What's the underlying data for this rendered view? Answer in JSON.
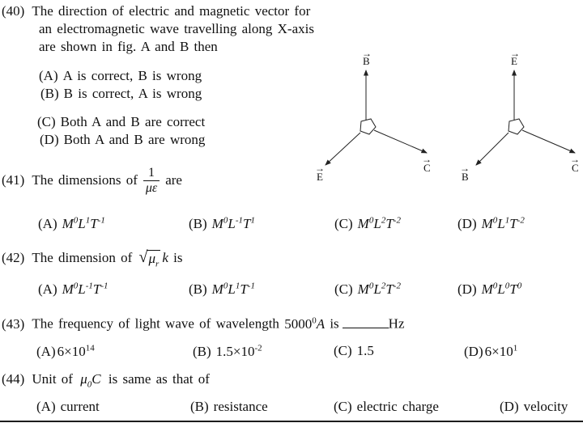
{
  "questions": {
    "q40": {
      "number": "(40)",
      "line1": "The direction of electric and magnetic vector for",
      "line2": "an electromagnetic wave travelling along X-axis",
      "line3": "are shown in fig. A and B then",
      "options": [
        {
          "label": "(A)",
          "text": "A is correct, B is wrong"
        },
        {
          "label": "(B)",
          "text": "B is correct, A is wrong"
        },
        {
          "label": "(C)",
          "text": "Both A and B are correct"
        },
        {
          "label": "(D)",
          "text": "Both A and B are wrong"
        }
      ]
    },
    "q41": {
      "number": "(41)",
      "before": "The dimensions of",
      "frac_num": "1",
      "frac_den": "με",
      "after": "are",
      "options": [
        {
          "label": "(A)",
          "math": "M^0L^1T^-1"
        },
        {
          "label": "(B)",
          "math": "M^0L^-1T^1"
        },
        {
          "label": "(C)",
          "math": "M^0L^2T^-2"
        },
        {
          "label": "(D)",
          "math": "M^0L^1T^-2"
        }
      ]
    },
    "q42": {
      "number": "(42)",
      "before": "The dimension of",
      "sqrt_radicand": "μ_r",
      "after_math": "k",
      "after": "is",
      "options": [
        {
          "label": "(A)",
          "math": "M^0L^-1T^-1"
        },
        {
          "label": "(B)",
          "math": "M^0L^1T^-1"
        },
        {
          "label": "(C)",
          "math": "M^0L^2T^-2"
        },
        {
          "label": "(D)",
          "math": "M^0L^0T^0"
        }
      ]
    },
    "q43": {
      "number": "(43)",
      "before": "The frequency of light wave of wavelength",
      "wavelength_math": "5000^0*A*",
      "mid": "is",
      "unit": "Hz",
      "options": [
        {
          "label": "(A)",
          "math": "6×10^14"
        },
        {
          "label": "(B)",
          "math": "1.5×10^-2"
        },
        {
          "label": "(C)",
          "math": "1.5"
        },
        {
          "label": "(D)",
          "math": "6×10^1"
        }
      ]
    },
    "q44": {
      "number": "(44)",
      "before": "Unit of",
      "quantity_math": "μ_0C",
      "after": "is same as that of",
      "options": [
        {
          "label": "(A)",
          "text": "current"
        },
        {
          "label": "(B)",
          "text": "resistance"
        },
        {
          "label": "(C)",
          "text": "electric charge"
        },
        {
          "label": "(D)",
          "text": "velocity"
        }
      ]
    }
  },
  "diagrams": {
    "fig_a": {
      "top": "B",
      "bottom_left": "E",
      "bottom_right": "C",
      "arrow": "→"
    },
    "fig_b": {
      "top": "E",
      "bottom_left": "B",
      "bottom_right": "C",
      "arrow": "→"
    }
  }
}
